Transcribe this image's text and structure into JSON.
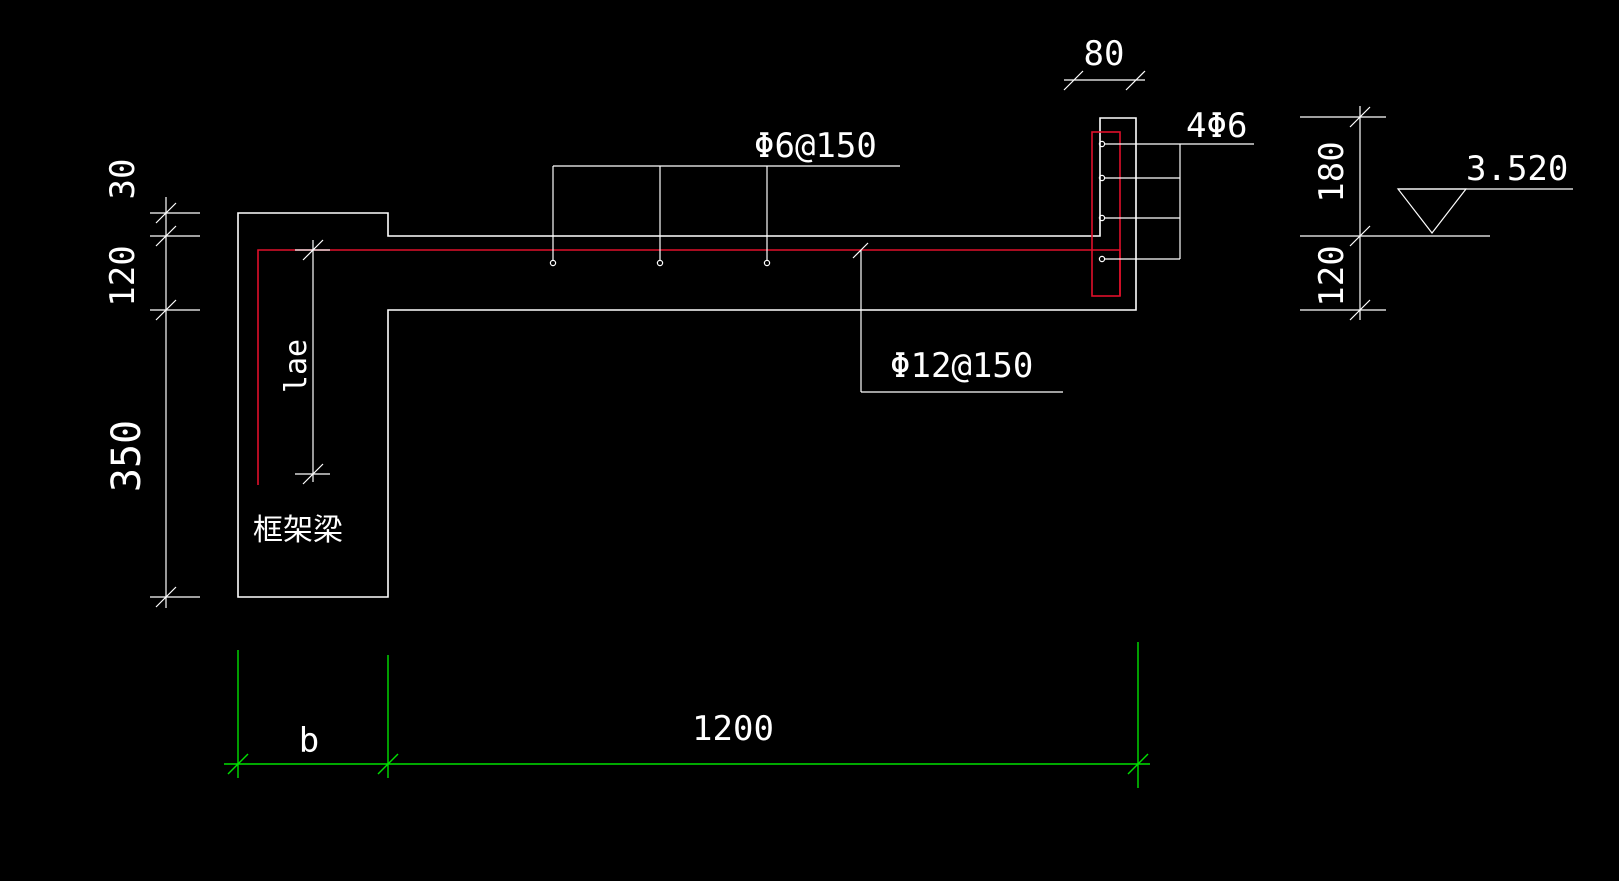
{
  "colors": {
    "background": "#000000",
    "outline": "#ffffff",
    "rebar": "#e0102a",
    "dimension_green": "#00e000"
  },
  "dimensions": {
    "d30": "30",
    "d120_left": "120",
    "d350": "350",
    "d80": "80",
    "d180": "180",
    "d120_right": "120",
    "db": "b",
    "d1200": "1200"
  },
  "annotations": {
    "lae": "lae",
    "stirrup": "Φ6@150",
    "top_bars": "Φ12@150",
    "edge_bars": "4Φ6",
    "elevation": "3.520",
    "beam_label": "框架梁"
  }
}
